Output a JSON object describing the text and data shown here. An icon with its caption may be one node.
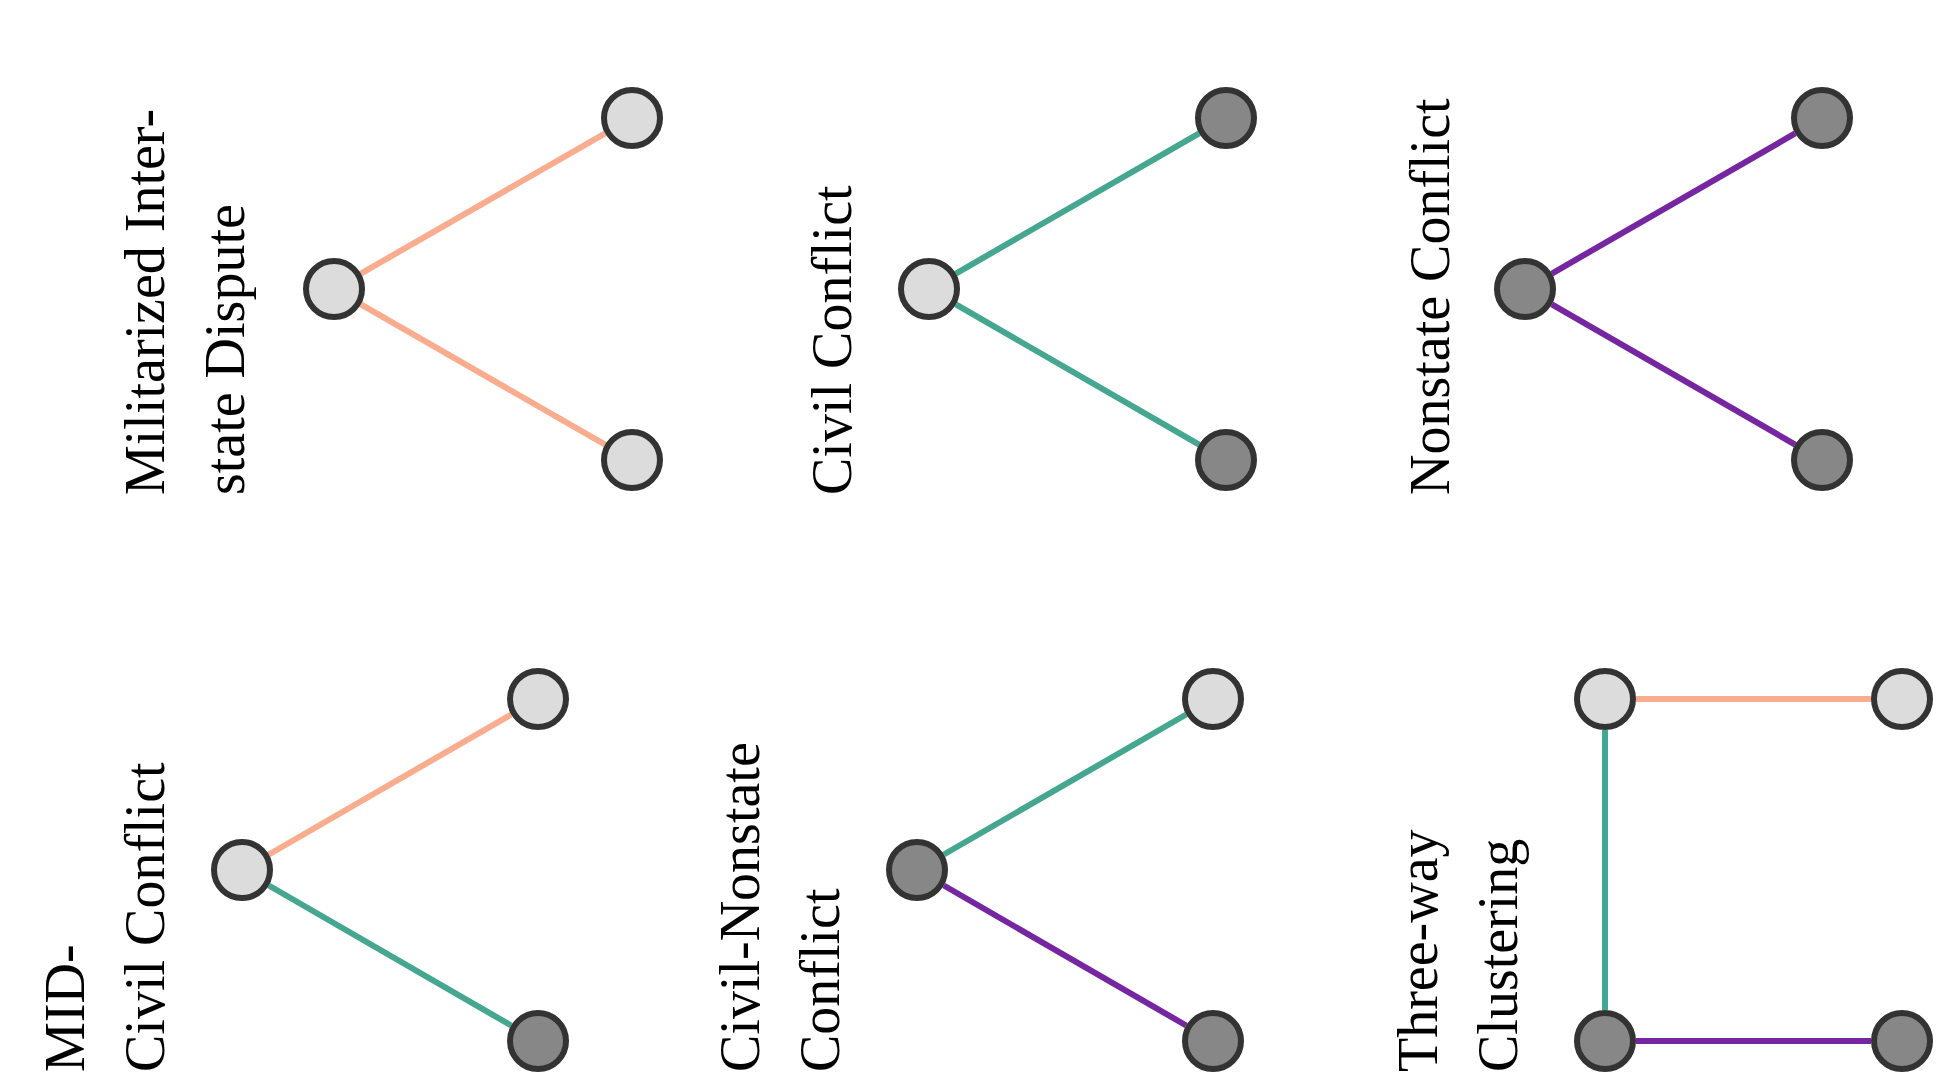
{
  "diagram": {
    "nodes": [
      {
        "text": [],
        "shape": "circle"
      },
      {
        "text": [],
        "shape": "circle"
      },
      {
        "text": [],
        "shape": "circle"
      },
      {
        "text": [],
        "shape": "circle"
      },
      {
        "text": [],
        "shape": "circle"
      },
      {
        "text": [],
        "shape": "circle"
      },
      {
        "text": [],
        "shape": "circle"
      },
      {
        "text": [],
        "shape": "circle"
      },
      {
        "text": [],
        "shape": "circle"
      },
      {
        "text": [],
        "shape": "circle"
      },
      {
        "text": [],
        "shape": "circle"
      },
      {
        "text": [],
        "shape": "circle"
      },
      {
        "text": [],
        "shape": "circle"
      },
      {
        "text": [],
        "shape": "circle"
      },
      {
        "text": [],
        "shape": "circle"
      },
      {
        "text": [],
        "shape": "circle"
      },
      {
        "text": [],
        "shape": "circle"
      },
      {
        "text": [],
        "shape": "circle"
      },
      {
        "text": [],
        "shape": "circle"
      }
    ],
    "edges": [
      {
        "from": 0,
        "to": 1,
        "arrow": "none",
        "color": "#f9ad8e"
      },
      {
        "from": 0,
        "to": 2,
        "arrow": "none",
        "color": "#f9ad8e"
      },
      {
        "from": 3,
        "to": 4,
        "arrow": "none"
      },
      {
        "from": 3,
        "to": 5,
        "arrow": "none"
      },
      {
        "from": 6,
        "to": 7,
        "arrow": "none",
        "color": "#7526a0"
      },
      {
        "from": 6,
        "to": 8,
        "arrow": "none",
        "color": "#7526a0"
      },
      {
        "from": 9,
        "to": 10,
        "arrow": "none",
        "color": "#f9ad8e"
      },
      {
        "from": 9,
        "to": 11,
        "arrow": "none"
      },
      {
        "from": 12,
        "to": 13,
        "arrow": "none"
      },
      {
        "from": 12,
        "to": 14,
        "arrow": "none",
        "color": "#7526a0"
      },
      {
        "from": 15,
        "to": 16,
        "arrow": "none",
        "color": "#f9ad8e"
      },
      {
        "from": 15,
        "to": 17,
        "arrow": "none"
      },
      {
        "from": 17,
        "to": 18,
        "arrow": "none",
        "color": "#7526a0"
      }
    ],
    "labels": [
      "Militarized Inter- state Dispute",
      "Civil Conflict",
      "Nonstate Conflict",
      "MID- Civil Conflict",
      "Civil-Nonstate Conflict",
      "Three-way Clustering"
    ]
  }
}
